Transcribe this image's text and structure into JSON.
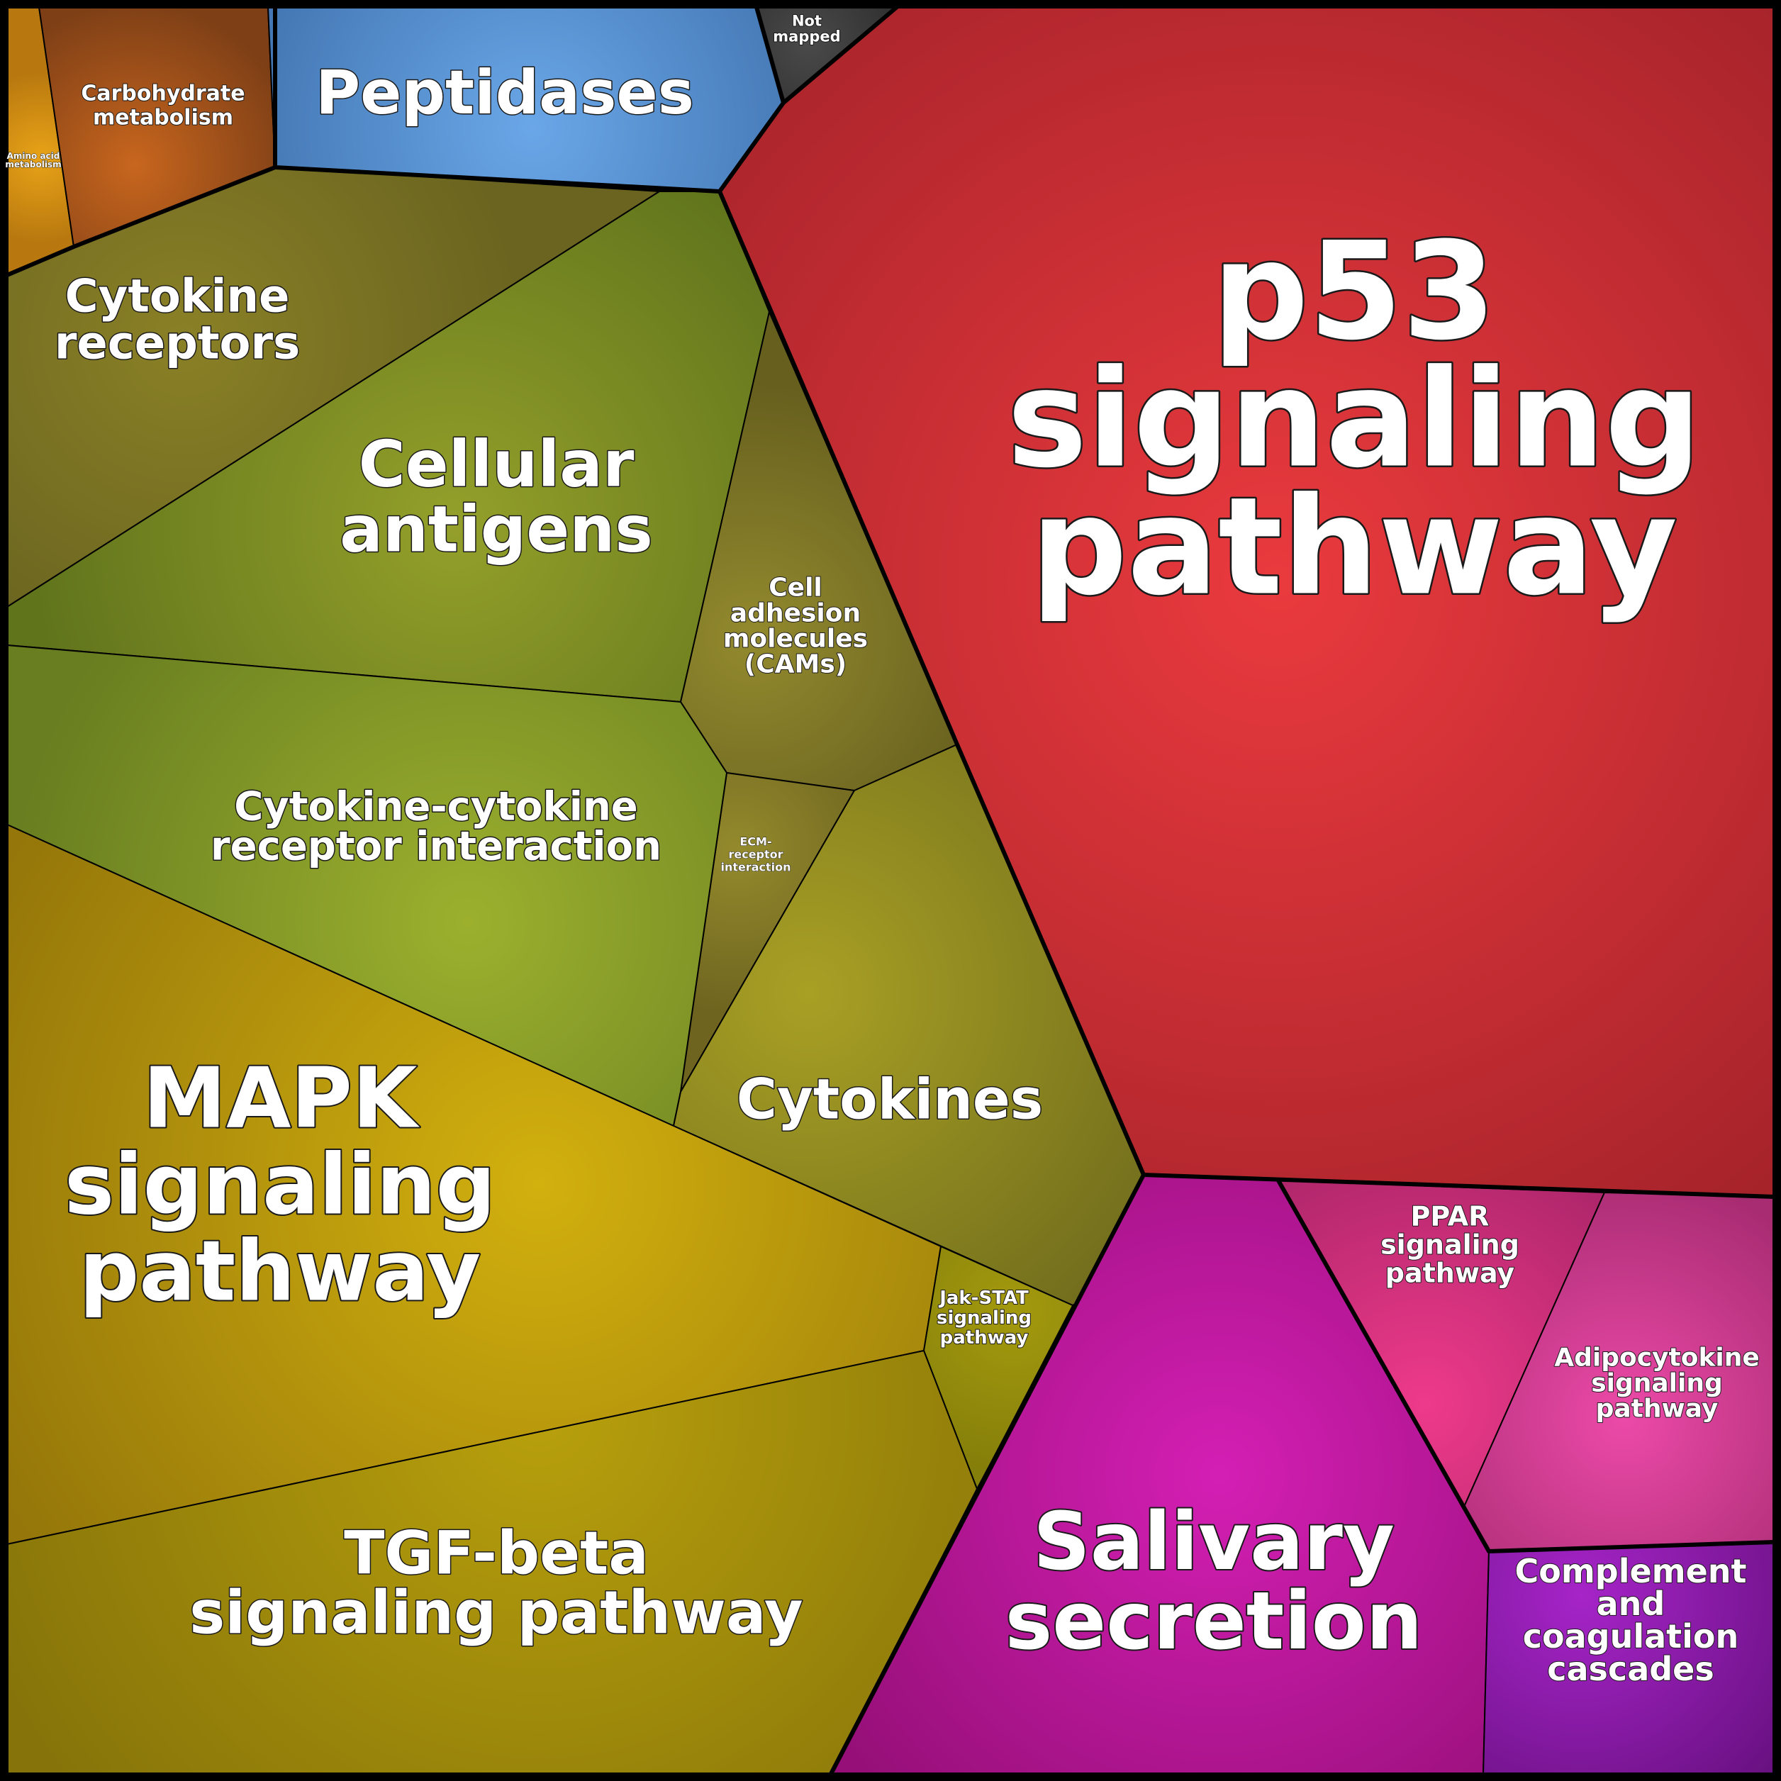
{
  "cells": [
    {
      "id": "amino-acid-metabolism",
      "label": [
        "Amino acid",
        "metabolism"
      ],
      "color": "#e8a317",
      "dark": "#b8780f"
    },
    {
      "id": "carbohydrate-metabolism",
      "label": [
        "Carbohydrate",
        "metabolism"
      ],
      "color": "#c8661e",
      "dark": "#7e3f16"
    },
    {
      "id": "peptidases",
      "label": [
        "Peptidases"
      ],
      "color": "#6aa7e8",
      "dark": "#3a6ba6"
    },
    {
      "id": "not-mapped",
      "label": [
        "Not",
        "mapped"
      ],
      "color": "#4a4a4a",
      "dark": "#262626"
    },
    {
      "id": "p53-signaling-pathway",
      "label": [
        "p53",
        "signaling",
        "pathway"
      ],
      "color": "#ea3a3e",
      "dark": "#a6232a"
    },
    {
      "id": "cytokine-receptors",
      "label": [
        "Cytokine",
        "receptors"
      ],
      "color": "#8a8026",
      "dark": "#6a6420"
    },
    {
      "id": "cellular-antigens",
      "label": [
        "Cellular",
        "antigens"
      ],
      "color": "#94a02a",
      "dark": "#60741c"
    },
    {
      "id": "cell-adhesion-molecules",
      "label": [
        "Cell",
        "adhesion",
        "molecules",
        "(CAMs)"
      ],
      "color": "#938a2e",
      "dark": "#665f1e"
    },
    {
      "id": "ecm-receptor-interaction",
      "label": [
        "ECM-",
        "receptor",
        "interaction"
      ],
      "color": "#948a2c",
      "dark": "#6e6420"
    },
    {
      "id": "cytokine-cytokine-receptor-interaction",
      "label": [
        "Cytokine-cytokine",
        "receptor interaction"
      ],
      "color": "#9cb02e",
      "dark": "#687e20"
    },
    {
      "id": "cytokines",
      "label": [
        "Cytokines"
      ],
      "color": "#a8a024",
      "dark": "#6e6a1c"
    },
    {
      "id": "mapk-signaling-pathway",
      "label": [
        "MAPK",
        "signaling",
        "pathway"
      ],
      "color": "#d2b00e",
      "dark": "#94760a"
    },
    {
      "id": "jak-stat-signaling-pathway",
      "label": [
        "Jak-STAT",
        "signaling",
        "pathway"
      ],
      "color": "#a49a0e",
      "dark": "#847e0a"
    },
    {
      "id": "tgf-beta-signaling-pathway",
      "label": [
        "TGF-beta",
        "signaling pathway"
      ],
      "color": "#b8a00c",
      "dark": "#86740a"
    },
    {
      "id": "salivary-secretion",
      "label": [
        "Salivary",
        "secretion"
      ],
      "color": "#d41fb4",
      "dark": "#960f78"
    },
    {
      "id": "ppar-signaling-pathway",
      "label": [
        "PPAR",
        "signaling",
        "pathway"
      ],
      "color": "#ee3a8a",
      "dark": "#a82468"
    },
    {
      "id": "adipocytokine-signaling-pathway",
      "label": [
        "Adipocytokine",
        "signaling",
        "pathway"
      ],
      "color": "#ec4aa8",
      "dark": "#a82c72"
    },
    {
      "id": "complement-and-coagulation-cascades",
      "label": [
        "Complement",
        "and",
        "coagulation",
        "cascades"
      ],
      "color": "#a624c8",
      "dark": "#66107e"
    }
  ]
}
